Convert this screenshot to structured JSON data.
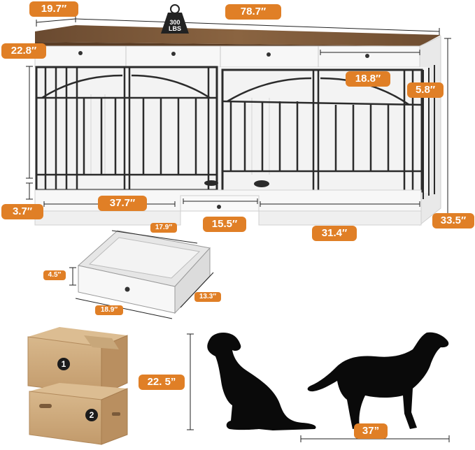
{
  "dimensions": {
    "depth": "19.7″",
    "width": "78.7″",
    "height_upper": "22.8″",
    "drawer_width": "18.8″",
    "drawer_height": "5.8″",
    "leg_height": "3.7″",
    "left_kennel_width": "37.7″",
    "bottom_drawer_width": "15.5″",
    "right_kennel_width": "31.4″",
    "total_height": "33.5″"
  },
  "weight": {
    "value": "300",
    "unit": "LBS"
  },
  "drawer_detail": {
    "inner_width": "17.9″",
    "height": "4.5″",
    "depth": "13.3″",
    "outer_width": "18.9″"
  },
  "dogs": {
    "height": "22. 5”",
    "length": "37”"
  },
  "packages": [
    "1",
    "2"
  ],
  "colors": {
    "accent": "#e07f26",
    "wood": "#7a5638",
    "frame": "#2b2b2b",
    "white": "#f6f6f6"
  }
}
